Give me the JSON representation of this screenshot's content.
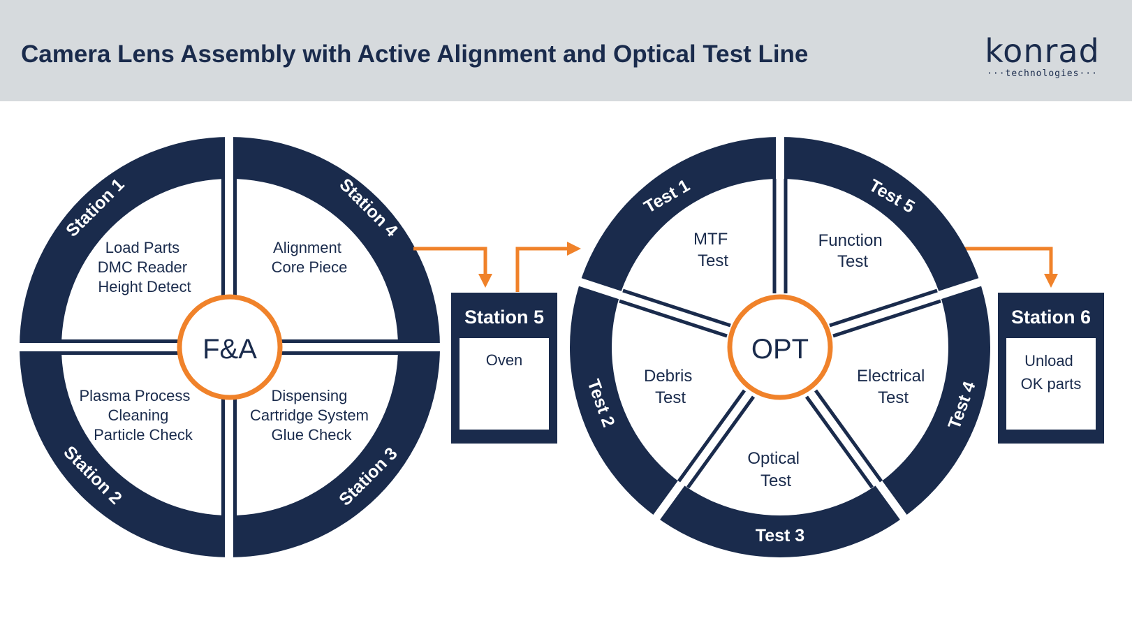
{
  "header": {
    "title": "Camera Lens Assembly with Active Alignment and Optical Test Line"
  },
  "logo": {
    "word": "konrad",
    "sub": "···technologies···"
  },
  "colors": {
    "navy": "#1a2b4c",
    "orange": "#f0822a",
    "header_bg": "#d6dadd"
  },
  "fa_wheel": {
    "center": "F&A",
    "stations": [
      {
        "ring_label": "Station 1",
        "lines": [
          "Load Parts",
          "DMC Reader",
          "Height Detect"
        ]
      },
      {
        "ring_label": "Station 4",
        "lines": [
          "Alignment",
          "Core Piece"
        ]
      },
      {
        "ring_label": "Station 2",
        "lines": [
          "Plasma Process",
          "Cleaning",
          "Particle Check"
        ]
      },
      {
        "ring_label": "Station 3",
        "lines": [
          "Dispensing",
          "Cartridge System",
          "Glue Check"
        ]
      }
    ]
  },
  "station5": {
    "title": "Station 5",
    "lines": [
      "Oven"
    ]
  },
  "opt_wheel": {
    "center": "OPT",
    "tests": [
      {
        "ring_label": "Test 1",
        "lines": [
          "MTF",
          "Test"
        ]
      },
      {
        "ring_label": "Test 5",
        "lines": [
          "Function",
          "Test"
        ]
      },
      {
        "ring_label": "Test 2",
        "lines": [
          "Debris",
          "Test"
        ]
      },
      {
        "ring_label": "Test 4",
        "lines": [
          "Electrical",
          "Test"
        ]
      },
      {
        "ring_label": "Test 3",
        "lines": [
          "Optical",
          "Test"
        ]
      }
    ]
  },
  "station6": {
    "title": "Station 6",
    "lines": [
      "Unload",
      "OK parts"
    ]
  }
}
